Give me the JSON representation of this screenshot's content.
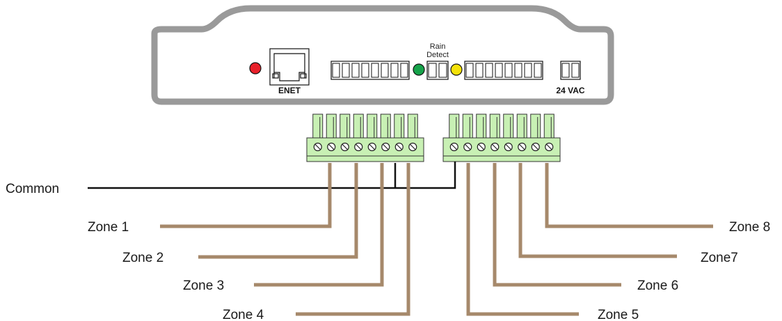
{
  "controller": {
    "port_label": "ENET",
    "rain_label_line1": "Rain",
    "rain_label_line2": "Detect",
    "power_label": "24 VAC",
    "led_colors": {
      "red": "#e8202a",
      "green": "#16a34a",
      "yellow": "#f5e20a"
    }
  },
  "wires": {
    "common_label": "Common",
    "zone_labels": [
      "Zone 1",
      "Zone 2",
      "Zone 3",
      "Zone 4",
      "Zone 5",
      "Zone 6",
      "Zone7",
      "Zone 8"
    ],
    "colors": {
      "zone": "#a6896b",
      "common": "#111111",
      "terminal": "#c8f0b4"
    }
  }
}
